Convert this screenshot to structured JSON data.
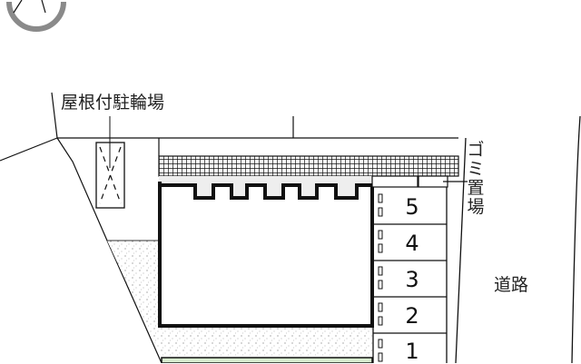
{
  "labels": {
    "covered_bicycle_parking": "屋根付駐輪場",
    "garbage_area": [
      "ゴ",
      "ミ",
      "置",
      "場"
    ],
    "road": "道路"
  },
  "parking_spaces": [
    "5",
    "4",
    "3",
    "2",
    "1"
  ],
  "colors": {
    "line": "#111111",
    "light_fill": "#eeeeee",
    "dotted_area": "#f6f6f6",
    "compass_gray": "#777777",
    "green_strip": "#d8ecd0"
  }
}
